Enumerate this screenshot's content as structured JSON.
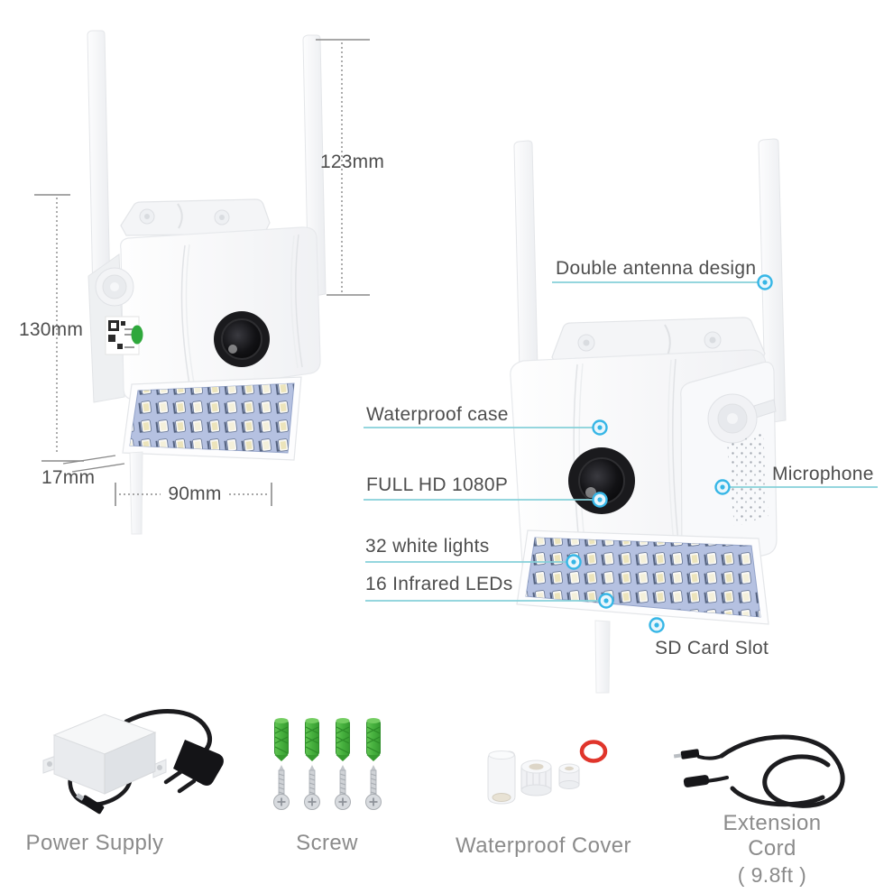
{
  "dimensions": {
    "antenna_height": "123mm",
    "body_height": "130mm",
    "panel_thickness": "17mm",
    "body_width": "90mm"
  },
  "callouts": {
    "double_antenna": "Double antenna design",
    "waterproof_case": "Waterproof case",
    "full_hd": "FULL HD 1080P",
    "white_lights": "32 white lights",
    "infrared_leds": "16 Infrared LEDs",
    "microphone": "Microphone",
    "sd_card_slot": "SD Card Slot"
  },
  "accessories": [
    {
      "label": "Power Supply"
    },
    {
      "label": "Screw"
    },
    {
      "label": "Waterproof Cover"
    },
    {
      "label": "Extension Cord",
      "sub": "( 9.8ft )"
    }
  ],
  "colors": {
    "callout_line": "#86d0d9",
    "callout_dot": "#36b6e6",
    "callout_text": "#4e4e4e",
    "dimension_line": "#8a8a8a",
    "accessory_label": "#8b8b8b",
    "led_panel": "#b5c1e1",
    "anchor_green": "#4db345",
    "oring_red": "#e0352b",
    "cable_black": "#1b1b1e"
  }
}
